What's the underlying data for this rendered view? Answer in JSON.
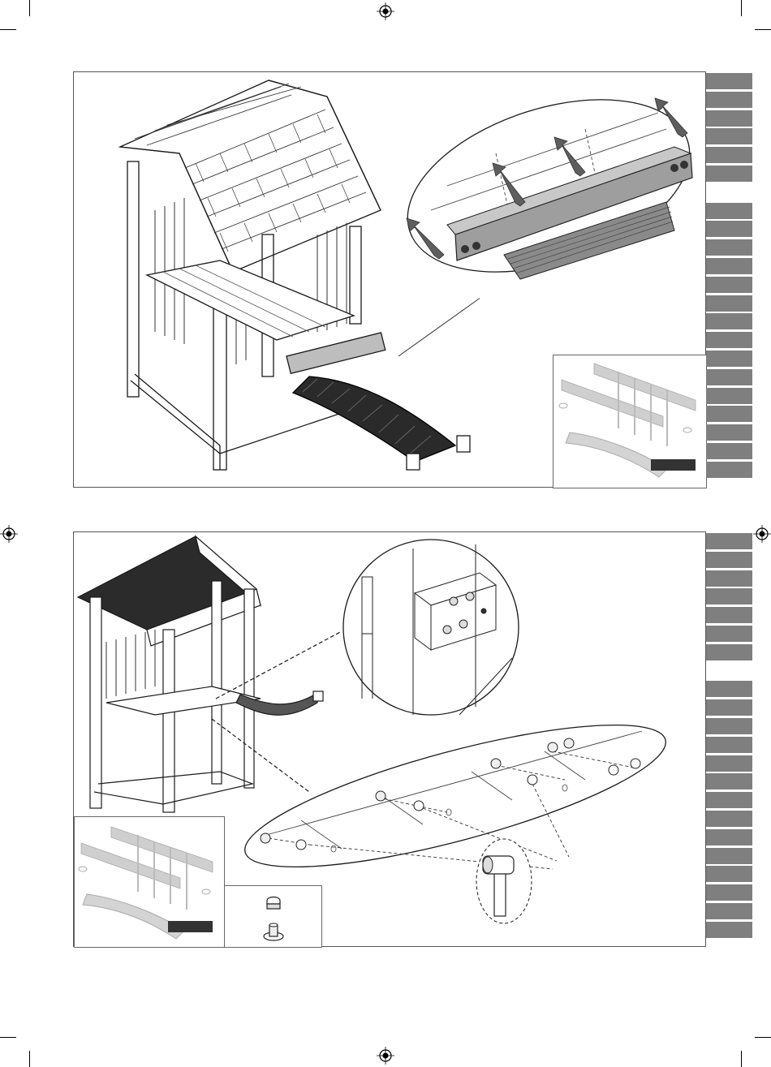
{
  "page": {
    "background": "#ffffff",
    "tab_color": "#7f7f7f",
    "line_color": "#1a1a1a",
    "accent_gray": "#8a8a8a"
  },
  "steps": [
    {
      "id": "step-1",
      "tabs": {
        "count": 22,
        "highlight_gap_index": 6
      },
      "icons": [
        "playhouse-tower-icon",
        "bridge-attachment-detail-icon",
        "arrow-up-icon",
        "bridge-overview-thumbnail-icon"
      ]
    },
    {
      "id": "step-2",
      "tabs": {
        "count": 22,
        "highlight_gap_index": 7
      },
      "icons": [
        "playhouse-tower-icon",
        "bolt-detail-icon",
        "cap-nut-row-icon",
        "hammer-icon",
        "bridge-overview-thumbnail-icon",
        "cap-nut-icon",
        "tee-nut-icon"
      ]
    }
  ]
}
